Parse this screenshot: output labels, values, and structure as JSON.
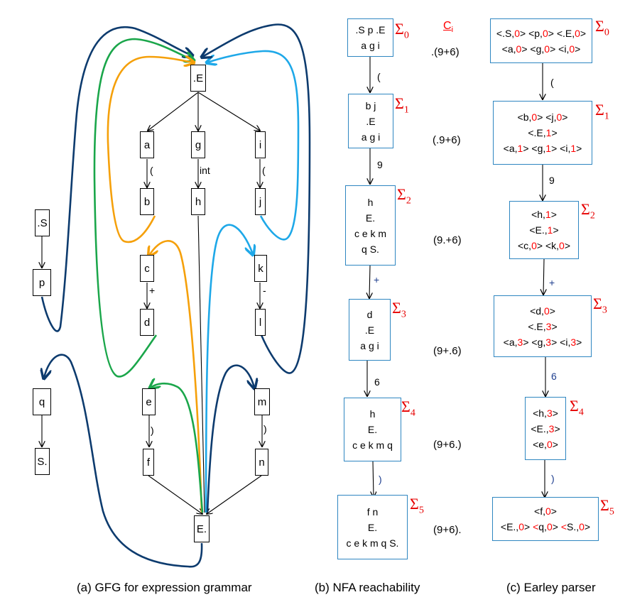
{
  "colors": {
    "navy": "#0d3b6e",
    "green": "#1aa64a",
    "orange": "#f5a00a",
    "lightblue": "#1ea8e8",
    "box_border": "#2e86c1",
    "index_red": "#ff0000"
  },
  "gfg": {
    "caption": "(a) GFG for expression grammar",
    "nodes": {
      "startE": ".E",
      "a": "a",
      "g": "g",
      "i": "i",
      "b": "b",
      "h": "h",
      "j": "j",
      "c": "c",
      "d": "d",
      "k": "k",
      "l": "l",
      "e": "e",
      "f": "f",
      "m": "m",
      "n": "n",
      "endE": "E.",
      "startS": ".S",
      "p": "p",
      "q": "q",
      "endS": "S."
    },
    "edge_labels": {
      "a_b": "(",
      "g_h": "int",
      "i_j": "(",
      "c_d": "+",
      "k_l": "-",
      "e_f": ")",
      "m_n": ")"
    }
  },
  "nfa": {
    "caption": "(b) NFA reachability",
    "ci_header": "C",
    "ci_sub": "i",
    "states": [
      {
        "sigma": "Σ",
        "index": "0",
        "lines": [
          ".S p .E",
          "a g i"
        ],
        "ci": ".(9+6)",
        "next_label": "("
      },
      {
        "sigma": "Σ",
        "index": "1",
        "lines": [
          "b j",
          ".E",
          "a g i"
        ],
        "ci": "(.9+6)",
        "next_label": "9"
      },
      {
        "sigma": "Σ",
        "index": "2",
        "lines": [
          "h",
          "E.",
          "c e k m",
          "q S."
        ],
        "ci": "(9.+6)",
        "next_label": "+"
      },
      {
        "sigma": "Σ",
        "index": "3",
        "lines": [
          "d",
          ".E",
          "a g i"
        ],
        "ci": "(9+.6)",
        "next_label": "6"
      },
      {
        "sigma": "Σ",
        "index": "4",
        "lines": [
          "h",
          "E.",
          "c e k m q"
        ],
        "ci": "(9+6.)",
        "next_label": ")"
      },
      {
        "sigma": "Σ",
        "index": "5",
        "lines": [
          "f n",
          "E.",
          "c e k m q S."
        ],
        "ci": "(9+6).",
        "next_label": ""
      }
    ]
  },
  "earley": {
    "caption": "(c) Earley parser",
    "states": [
      {
        "index": "0",
        "rows": [
          [
            {
              "item": ".S",
              "tag": "0"
            },
            {
              "item": "p",
              "tag": "0"
            },
            {
              "item": ".E",
              "tag": "0"
            }
          ],
          [
            {
              "item": "a",
              "tag": "0"
            },
            {
              "item": "g",
              "tag": "0"
            },
            {
              "item": "i",
              "tag": "0"
            }
          ]
        ],
        "next_label": "("
      },
      {
        "index": "1",
        "rows": [
          [
            {
              "item": "b",
              "tag": "0"
            },
            {
              "item": "j",
              "tag": "0"
            }
          ],
          [
            {
              "item": ".E",
              "tag": "1"
            }
          ],
          [
            {
              "item": "a",
              "tag": "1"
            },
            {
              "item": "g",
              "tag": "1"
            },
            {
              "item": "i",
              "tag": "1"
            }
          ]
        ],
        "next_label": "9"
      },
      {
        "index": "2",
        "rows": [
          [
            {
              "item": "h",
              "tag": "1"
            }
          ],
          [
            {
              "item": "E.",
              "tag": "1"
            }
          ],
          [
            {
              "item": "c",
              "tag": "0"
            },
            {
              "item": "k",
              "tag": "0"
            }
          ]
        ],
        "next_label": "+"
      },
      {
        "index": "3",
        "rows": [
          [
            {
              "item": "d",
              "tag": "0"
            }
          ],
          [
            {
              "item": ".E",
              "tag": "3"
            }
          ],
          [
            {
              "item": "a",
              "tag": "3"
            },
            {
              "item": "g",
              "tag": "3"
            },
            {
              "item": "i",
              "tag": "3"
            }
          ]
        ],
        "next_label": "6"
      },
      {
        "index": "4",
        "rows": [
          [
            {
              "item": "h",
              "tag": "3"
            }
          ],
          [
            {
              "item": "E.",
              "tag": "3"
            }
          ],
          [
            {
              "item": "e",
              "tag": "0"
            }
          ]
        ],
        "next_label": ")"
      },
      {
        "index": "5",
        "rows": [
          [
            {
              "item": "f",
              "tag": "0"
            }
          ],
          [
            {
              "item": "E.",
              "tag": "0"
            },
            {
              "item": "q",
              "tag": "0",
              "red_bracket": true
            },
            {
              "item": "S.",
              "tag": "0",
              "red_bracket": true
            }
          ]
        ],
        "next_label": ""
      }
    ]
  }
}
